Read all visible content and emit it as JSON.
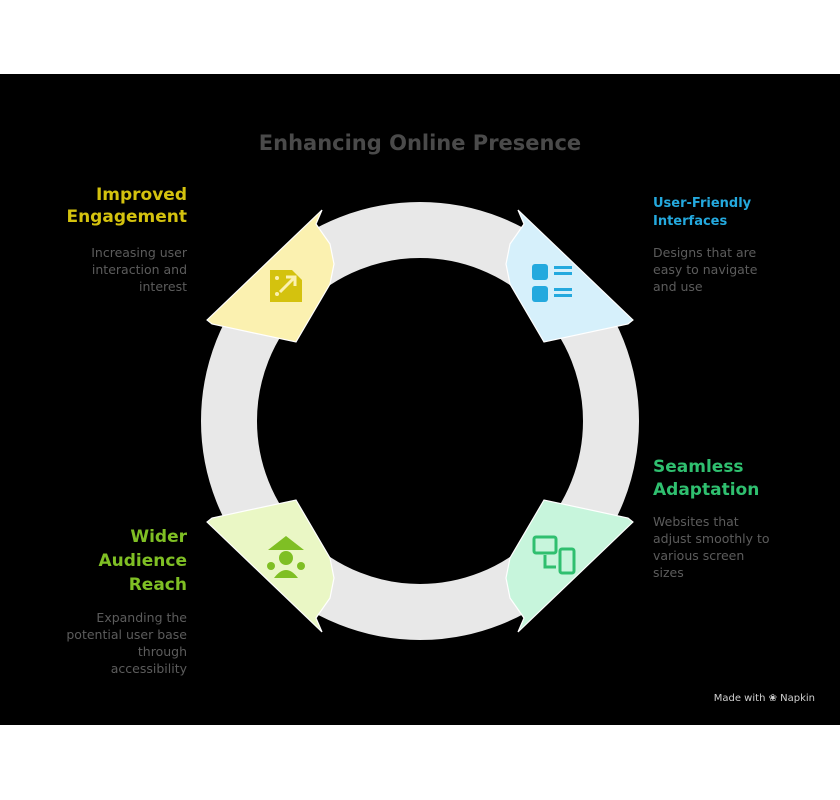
{
  "diagram": {
    "title": "Enhancing Online Presence",
    "footer": "Made with ❀ Napkin",
    "colors": {
      "ring": "#e8e8e8",
      "engagement": "#d4c20e",
      "engagement_bg": "#fbf1b0",
      "interfaces": "#24a9de",
      "interfaces_bg": "#d6f0fb",
      "adaptation": "#2fbf6f",
      "adaptation_bg": "#c7f5dc",
      "audience": "#7fbf24",
      "audience_bg": "#eaf7c5"
    },
    "items": [
      {
        "key": "engagement",
        "icon": "tag-arrow-icon",
        "title_lines": [
          "Improved",
          "Engagement"
        ],
        "desc_lines": [
          "Increasing user",
          "interaction and",
          "interest"
        ]
      },
      {
        "key": "interfaces",
        "icon": "layout-list-icon",
        "title_lines": [
          "User-Friendly",
          "Interfaces"
        ],
        "desc_lines": [
          "Designs that are",
          "easy to navigate",
          "and use"
        ]
      },
      {
        "key": "adaptation",
        "icon": "devices-icon",
        "title_lines": [
          "Seamless",
          "Adaptation"
        ],
        "desc_lines": [
          "Websites that",
          "adjust smoothly to",
          "various screen",
          "sizes"
        ]
      },
      {
        "key": "audience",
        "icon": "audience-users-icon",
        "title_lines": [
          "Wider",
          "Audience",
          "Reach"
        ],
        "desc_lines": [
          "Expanding the",
          "potential user base",
          "through",
          "accessibility"
        ]
      }
    ]
  }
}
